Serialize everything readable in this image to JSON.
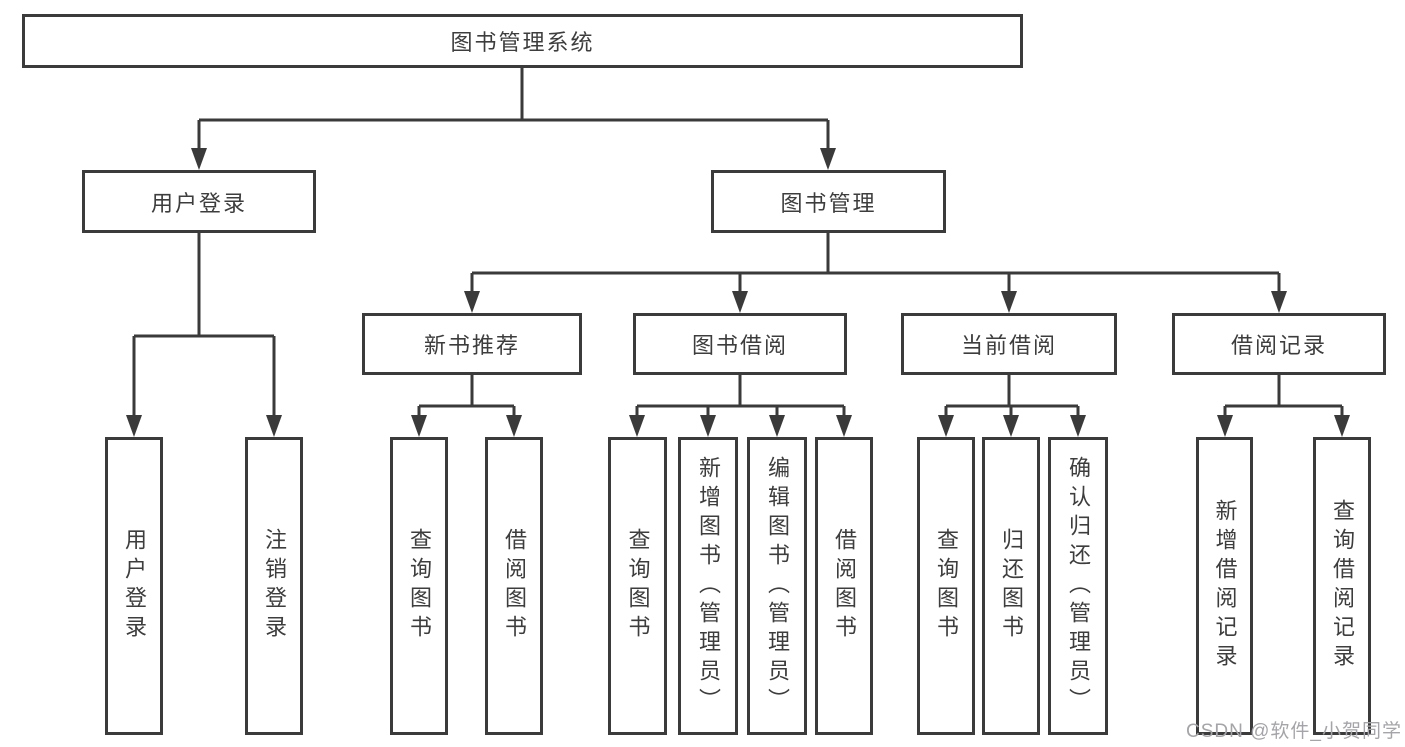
{
  "colors": {
    "box_border": "#3b3b3b",
    "line": "#3a3a3a",
    "text": "#3d3d3d",
    "watermark": "#a5a5a9",
    "background": "#ffffff"
  },
  "diagram": {
    "root": {
      "label": "图书管理系统"
    },
    "modules": [
      {
        "label": "用户登录",
        "children": [
          {
            "label": "用户登录"
          },
          {
            "label": "注销登录"
          }
        ]
      },
      {
        "label": "图书管理",
        "children": [
          {
            "label": "新书推荐",
            "children": [
              {
                "label": "查询图书"
              },
              {
                "label": "借阅图书"
              }
            ]
          },
          {
            "label": "图书借阅",
            "children": [
              {
                "label": "查询图书"
              },
              {
                "label": "新增图书（管理员）"
              },
              {
                "label": "编辑图书（管理员）"
              },
              {
                "label": "借阅图书"
              }
            ]
          },
          {
            "label": "当前借阅",
            "children": [
              {
                "label": "查询图书"
              },
              {
                "label": "归还图书"
              },
              {
                "label": "确认归还（管理员）"
              }
            ]
          },
          {
            "label": "借阅记录",
            "children": [
              {
                "label": "新增借阅记录"
              },
              {
                "label": "查询借阅记录"
              }
            ]
          }
        ]
      }
    ]
  },
  "watermark": {
    "text": "CSDN @软件_小贺同学"
  }
}
